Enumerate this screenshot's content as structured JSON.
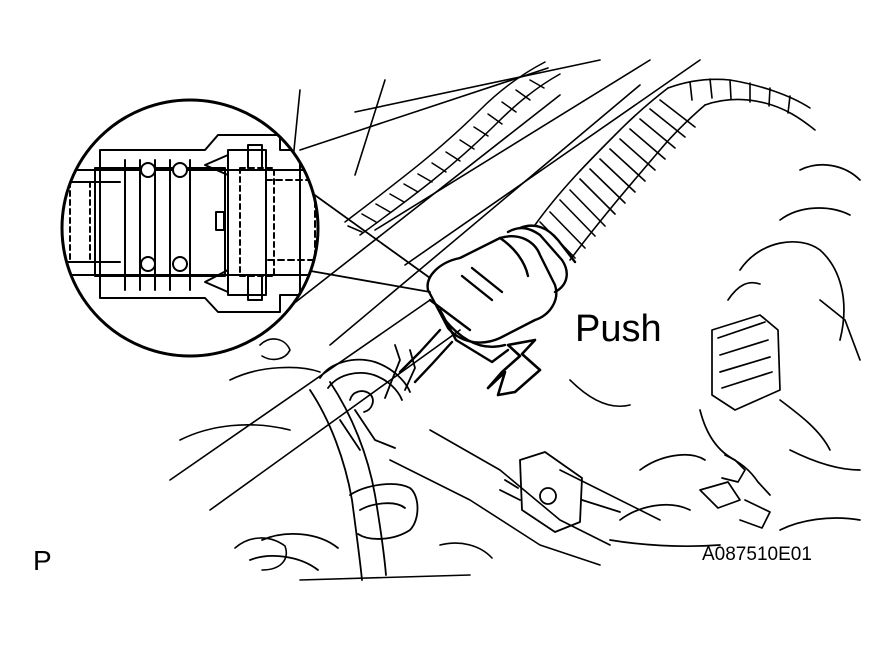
{
  "labels": {
    "push": "Push",
    "view_code": "P",
    "figure_id": "A087510E01"
  },
  "colors": {
    "ink": "#000000",
    "paper": "#ffffff"
  }
}
